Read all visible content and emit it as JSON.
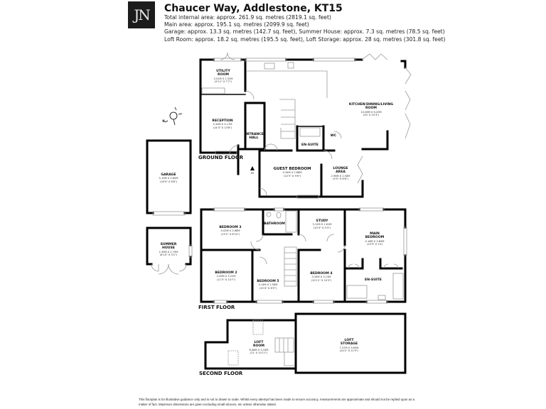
{
  "logo": {
    "text": "JN"
  },
  "header": {
    "title": "Chaucer Way, Addlestone, KT15",
    "areas": [
      "Total internal area: approx. 261.9 sq. metres (2819.1 sq. feet)",
      "Main area: approx. 195.1 sq. metres (2099.9 sq. feet)",
      "Garage: approx. 13.3 sq. metres (142.7 sq. feet), Summer House: approx. 7.3 sq. metres (78.5 sq. feet)",
      "Loft Room: approx. 18.2 sq. metres (195.5 sq. feet), Loft Storage: approx. 28 sq. metres (301.8 sq. feet)"
    ]
  },
  "floors": {
    "ground": "GROUND FLOOR",
    "first": "FIRST FLOOR",
    "second": "SECOND FLOOR"
  },
  "compass": {
    "label": "N",
    "icon": "compass-icon"
  },
  "entrance_marker": {
    "label": "IN"
  },
  "rooms": {
    "utility": {
      "name": "UTILITY ROOM",
      "line1": "UTILITY",
      "line2": "ROOM",
      "metric": "3.01M X 2.32M",
      "imperial": "(9'11\" X 7'7\")"
    },
    "reception": {
      "name": "RECEPTION",
      "metric": "4.34M X 4.17M",
      "imperial": "(14'3\" X 13'8\")"
    },
    "kitchen": {
      "line1": "KITCHEN/DINING/LIVING",
      "line2": "ROOM",
      "metric": "10.08M X 6.20M",
      "imperial": "(33' X 20'3\")"
    },
    "entrance_hall": {
      "line1": "ENTRANCE",
      "line2": "HALL"
    },
    "ensuite_ground": {
      "name": "EN-SUITE"
    },
    "wc": {
      "name": "WC"
    },
    "guest_bedroom": {
      "name": "GUEST BEDROOM",
      "metric": "4.34M X 2.88M",
      "imperial": "(14'3\" X 9'6\")"
    },
    "lounge_area": {
      "line1": "LOUNGE",
      "line2": "AREA",
      "metric": "2.96M X 2.58M",
      "imperial": "(9'9\" X 8'6\")"
    },
    "garage": {
      "name": "GARAGE",
      "metric": "5.10M X 2.60M",
      "imperial": "(16'9\" X 8'6\")"
    },
    "summer_house": {
      "line1": "SUMMER",
      "line2": "HOUSE",
      "metric": "2.39M X 2.79M",
      "imperial": "(8'10\" X 9'2\")"
    },
    "bedroom3": {
      "name": "BEDROOM 3",
      "metric": "4.02M X 2.68M",
      "imperial": "(13'2\" X 8'10\")"
    },
    "bathroom": {
      "name": "BATHROOM"
    },
    "study": {
      "name": "STUDY",
      "metric": "3.12M X 1.61M",
      "imperial": "(10'3\" X 5'3\")"
    },
    "main_bedroom": {
      "line1": "MAIN",
      "line2": "BEDROOM",
      "metric": "4.18M X 3.89M",
      "imperial": "(13'9\" X 13')"
    },
    "bedroom2": {
      "name": "BEDROOM 2",
      "metric": "3.49M X 3.22M",
      "imperial": "(11'5\" X 10'7\")"
    },
    "bedroom5": {
      "name": "BEDROOM 5",
      "metric": "3.14M X 2.58M",
      "imperial": "(10'4\" X 8'5\")"
    },
    "bedroom4": {
      "name": "BEDROOM 4",
      "metric": "3.34M X 3.13M",
      "imperial": "(10'11\" X 10'3\")"
    },
    "ensuite_first": {
      "name": "EN-SUITE"
    },
    "loft_room": {
      "line1": "LOFT",
      "line2": "ROOM",
      "metric": "6.48M X 3.33M",
      "imperial": "(21' X 10'11\")"
    },
    "loft_storage": {
      "line1": "LOFT",
      "line2": "STORAGE",
      "metric": "7.37M X 3.63M",
      "imperial": "(24'2\" X 11'9\")"
    }
  },
  "colors": {
    "wall": "#000000",
    "window": "#c8c8c8",
    "logo_bg": "#1c1c1c"
  },
  "disclaimer": "This floorplan is for illustrative guidance only and is not to drawn to scale. Whilst every attempt has been made to ensure accuracy, measurements are approximate and should not be replied upon as a matter of fact. Maximum dimensions are given excluding small alcoves, etc unless otherwise stated."
}
